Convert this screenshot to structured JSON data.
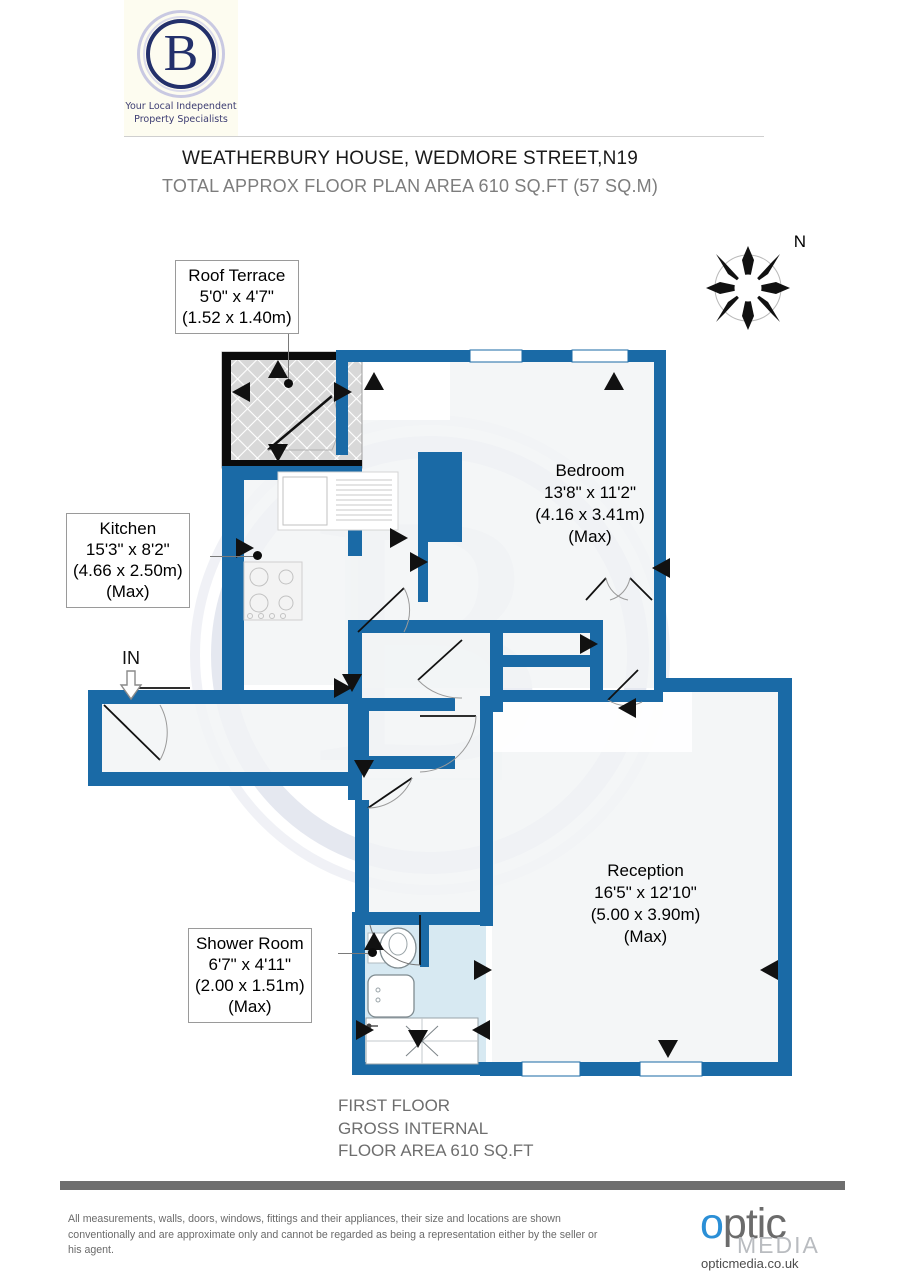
{
  "brand": {
    "letter": "B",
    "tagline_line1": "Your Local Independent",
    "tagline_line2": "Property Specialists"
  },
  "header": {
    "title": "WEATHERBURY HOUSE, WEDMORE STREET,N19",
    "subtitle": "TOTAL APPROX FLOOR PLAN AREA 610 SQ.FT (57 SQ.M)"
  },
  "compass": {
    "north_label": "N"
  },
  "entrance": {
    "label": "IN"
  },
  "callouts": {
    "roof_terrace": {
      "name": "Roof Terrace",
      "imperial": "5'0\" x 4'7\"",
      "metric": "(1.52 x 1.40m)"
    },
    "kitchen": {
      "name": "Kitchen",
      "imperial": "15'3\" x 8'2\"",
      "metric": "(4.66 x 2.50m)",
      "max": "(Max)"
    },
    "shower_room": {
      "name": "Shower Room",
      "imperial": "6'7\" x 4'11\"",
      "metric": "(2.00 x 1.51m)",
      "max": "(Max)"
    }
  },
  "rooms": {
    "bedroom": {
      "name": "Bedroom",
      "imperial": "13'8\" x 11'2\"",
      "metric": "(4.16 x 3.41m)",
      "max": "(Max)"
    },
    "reception": {
      "name": "Reception",
      "imperial": "16'5\" x 12'10\"",
      "metric": "(5.00 x 3.90m)",
      "max": "(Max)"
    }
  },
  "floor_note": {
    "line1": "FIRST FLOOR",
    "line2": "GROSS INTERNAL",
    "line3": "FLOOR AREA 610 SQ.FT"
  },
  "disclaimer": "All measurements, walls, doors, windows, fittings and their appliances, their size and locations are shown conventionally and are approximate only and cannot be regarded as being a representation either by the seller or his agent.",
  "optic": {
    "o": "o",
    "ptic": "ptic",
    "media": "MEDIA",
    "url": "opticmedia.co.uk"
  },
  "colors": {
    "wall_blue": "#1A6AA6",
    "wall_blue_dark": "#155E96",
    "room_fill": "#F2F4F5",
    "shower_fill": "#D7E9F2",
    "watermark": "#C9CEE0",
    "gray_bar": "#6E6E6E",
    "subtitle_gray": "#7D7D7D",
    "brand_navy": "#23306B"
  }
}
